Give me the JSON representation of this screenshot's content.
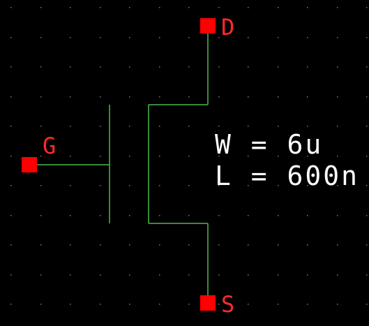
{
  "colors": {
    "background": "#000000",
    "grid_dot": "#7a7a7a",
    "wire": "#4fb84f",
    "pin": "#ff0000",
    "label": "#ff2a2a",
    "param_text": "#ffffff"
  },
  "pins": {
    "drain": {
      "label": "D"
    },
    "gate": {
      "label": "G"
    },
    "source": {
      "label": "S"
    }
  },
  "params": {
    "width": "W = 6u",
    "length": "L = 600n"
  }
}
